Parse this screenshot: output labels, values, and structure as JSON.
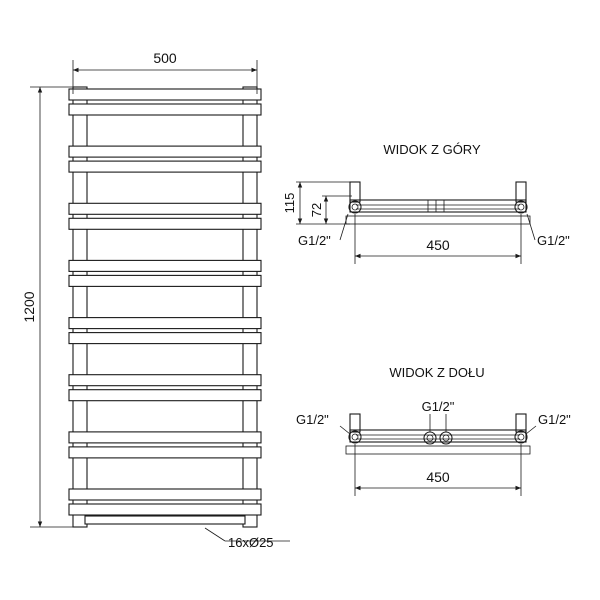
{
  "front_view": {
    "width_label": "500",
    "height_label": "1200",
    "tubes_label": "16xØ25",
    "tube_count": 16
  },
  "top_view": {
    "title": "WIDOK Z GÓRY",
    "depth_label": "115",
    "offset_label": "72",
    "spacing_label": "450",
    "left_conn_label": "G1/2\"",
    "right_conn_label": "G1/2\""
  },
  "bottom_view": {
    "title": "WIDOK Z DOŁU",
    "spacing_label": "450",
    "left_conn_label": "G1/2\"",
    "center_conn_label": "G1/2\"",
    "right_conn_label": "G1/2\""
  }
}
